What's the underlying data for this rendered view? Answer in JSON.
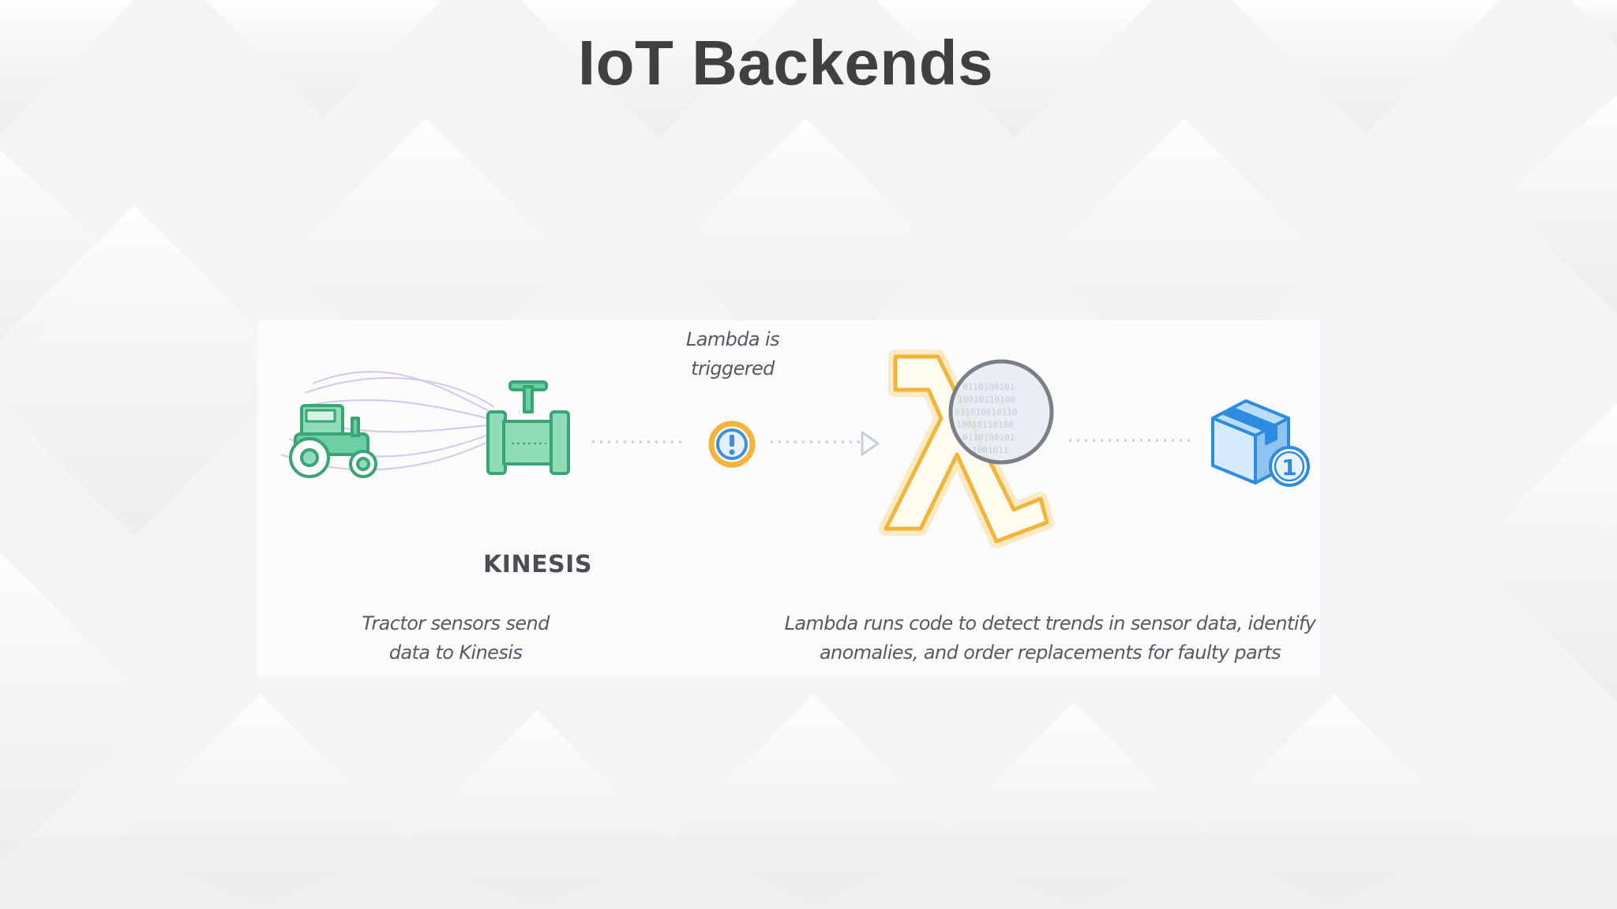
{
  "slide": {
    "title": "IoT Backends"
  },
  "diagram": {
    "trigger_caption_line1": "Lambda is",
    "trigger_caption_line2": "triggered",
    "kinesis_label": "KINESIS",
    "sensor_caption_line1": "Tractor sensors send",
    "sensor_caption_line2": "data to Kinesis",
    "lambda_caption_line1": "Lambda runs code to detect trends in sensor data, identify",
    "lambda_caption_line2": "anomalies, and order replacements for faulty parts",
    "order_badge": "1",
    "alert_glyph": "!",
    "lambda_glyph": "λ",
    "icons": [
      "tractor-icon",
      "kinesis-pipe-icon",
      "alert-icon",
      "lambda-icon",
      "magnifier-icon",
      "package-icon"
    ],
    "colors": {
      "kinesis_green": "#5fc79a",
      "kinesis_green_dark": "#3aa478",
      "alert_yellow": "#f3b43b",
      "alert_blue": "#3f8fd8",
      "lambda_orange": "#f2b43a",
      "package_blue": "#2d8be0",
      "connector_gray": "#c9ced4"
    }
  }
}
